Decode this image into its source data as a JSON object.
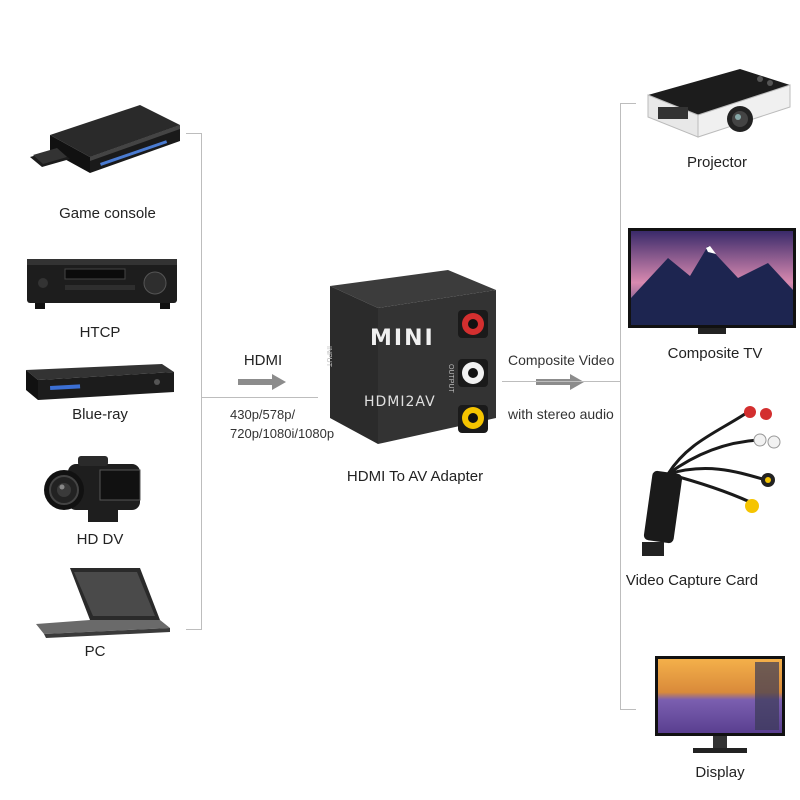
{
  "sources": [
    {
      "label": "Game console",
      "icon": "game-console-icon"
    },
    {
      "label": "HTCP",
      "icon": "av-receiver-icon"
    },
    {
      "label": "Blue-ray",
      "icon": "bluray-player-icon"
    },
    {
      "label": "HD DV",
      "icon": "camcorder-icon"
    },
    {
      "label": "PC",
      "icon": "laptop-icon"
    }
  ],
  "input": {
    "label": "HDMI",
    "resolutions_line1": "430p/578p/",
    "resolutions_line2": "720p/1080i/1080p"
  },
  "adapter": {
    "brand": "MINI",
    "model": "HDMI2AV",
    "input_port_label": "INPUT",
    "output_port_label": "OUTPUT",
    "caption": "HDMI To AV Adapter",
    "jack_colors": [
      "#d32f2f",
      "#f2f2f2",
      "#f5c400"
    ]
  },
  "output": {
    "label": "Composite Video",
    "sublabel": "with stereo audio"
  },
  "destinations": [
    {
      "label": "Projector",
      "icon": "projector-icon"
    },
    {
      "label": "Composite TV",
      "icon": "tv-icon"
    },
    {
      "label": "Video Capture Card",
      "icon": "capture-card-icon"
    },
    {
      "label": "Display",
      "icon": "monitor-icon"
    }
  ],
  "colors": {
    "line": "#bdbdbd",
    "arrow": "#8c8c8c",
    "device_dark": "#2b2b2b"
  }
}
